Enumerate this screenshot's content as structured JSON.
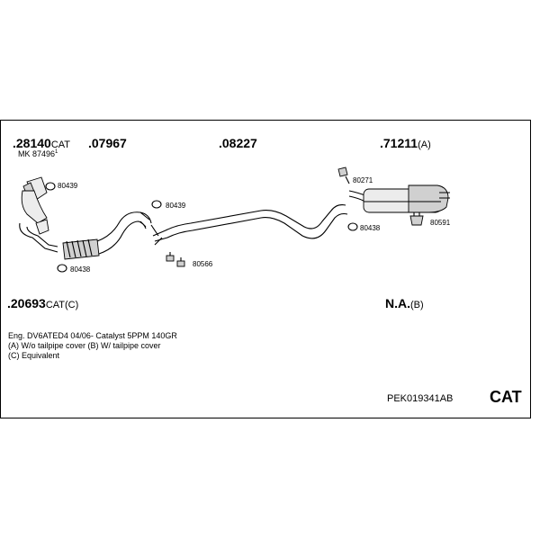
{
  "parts": {
    "p28140": {
      "number": ".28140",
      "suffix": "CAT"
    },
    "mk": {
      "text": "MK 87496",
      "sup": "1"
    },
    "p07967": {
      "number": ".07967"
    },
    "p08227": {
      "number": ".08227"
    },
    "p71211": {
      "number": ".71211",
      "suffix": "(A)"
    },
    "p20693": {
      "number": ".20693",
      "suffix": "CAT(C)"
    },
    "na": {
      "number": "N.A.",
      "suffix": "(B)"
    }
  },
  "small_parts": {
    "c80439a": "80439",
    "c80438a": "80438",
    "c80439b": "80439",
    "c80566": "80566",
    "c80271": "80271",
    "c80438b": "80438",
    "c80591": "80591"
  },
  "info": {
    "line1": "Eng. DV6ATED4   04/06-   Catalyst 5PPM 140GR",
    "line2": "(A) W/o tailpipe cover (B) W/ tailpipe cover",
    "line3": "(C) Equivalent"
  },
  "footer": {
    "code": "PEK019341AB",
    "badge": "CAT"
  }
}
